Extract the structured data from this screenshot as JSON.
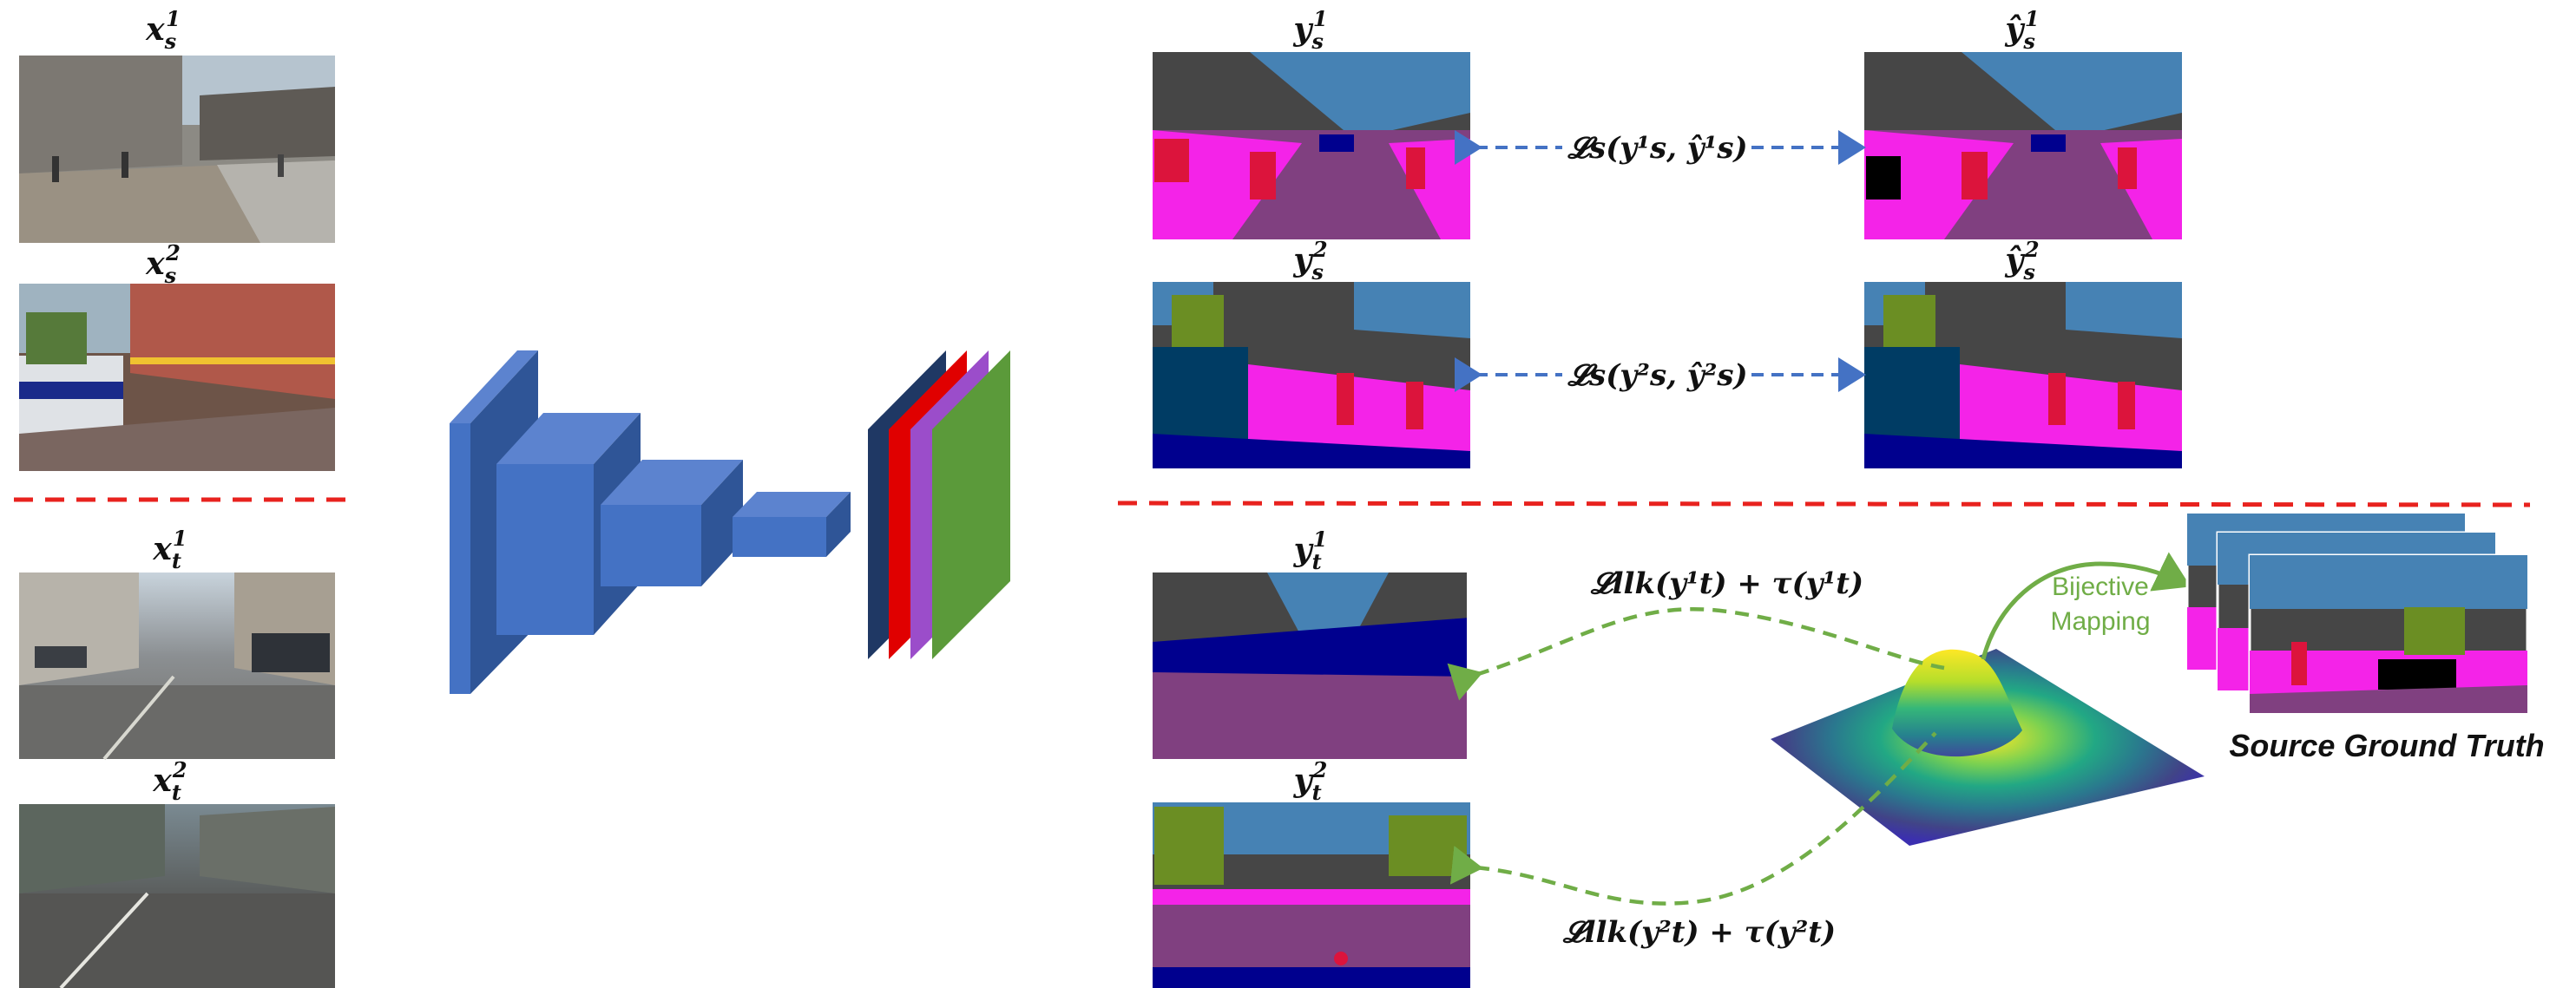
{
  "labels": {
    "xs1": {
      "main": "x",
      "sub": "s",
      "sup": "1"
    },
    "xs2": {
      "main": "x",
      "sub": "s",
      "sup": "2"
    },
    "xt1": {
      "main": "x",
      "sub": "t",
      "sup": "1"
    },
    "xt2": {
      "main": "x",
      "sub": "t",
      "sup": "2"
    },
    "ys1": {
      "main": "y",
      "sub": "s",
      "sup": "1"
    },
    "ys2": {
      "main": "y",
      "sub": "s",
      "sup": "2"
    },
    "yhs1": {
      "main": "ŷ",
      "sub": "s",
      "sup": "1"
    },
    "yhs2": {
      "main": "ŷ",
      "sub": "s",
      "sup": "2"
    },
    "yt1": {
      "main": "y",
      "sub": "t",
      "sup": "1"
    },
    "yt2": {
      "main": "y",
      "sub": "t",
      "sup": "2"
    }
  },
  "losses": {
    "source1": "𝓛s(y¹s, ŷ¹s)",
    "source2": "𝓛s(y²s, ŷ²s)",
    "target1": "𝓛llk(y¹t) + τ(y¹t)",
    "target2": "𝓛llk(y²t) + τ(y²t)"
  },
  "annotations": {
    "bijective_line1": "Bijective",
    "bijective_line2": "Mapping",
    "source_ground_truth": "Source Ground Truth"
  },
  "colors": {
    "network_blue": "#4472c4",
    "divider_red": "#e8221e",
    "source_arrow": "#4472c4",
    "target_arrow": "#70ad47",
    "seg_sky": "#4682b4",
    "seg_building": "#464646",
    "seg_road": "#804080",
    "seg_sidewalk": "#f423e8",
    "seg_car": "#00008e",
    "seg_person": "#dc143c",
    "seg_vegetation": "#6b8e23",
    "output_navy": "#1f3864",
    "output_red": "#e00000",
    "output_purple": "#9b4dca",
    "output_green": "#5b9a3a"
  }
}
